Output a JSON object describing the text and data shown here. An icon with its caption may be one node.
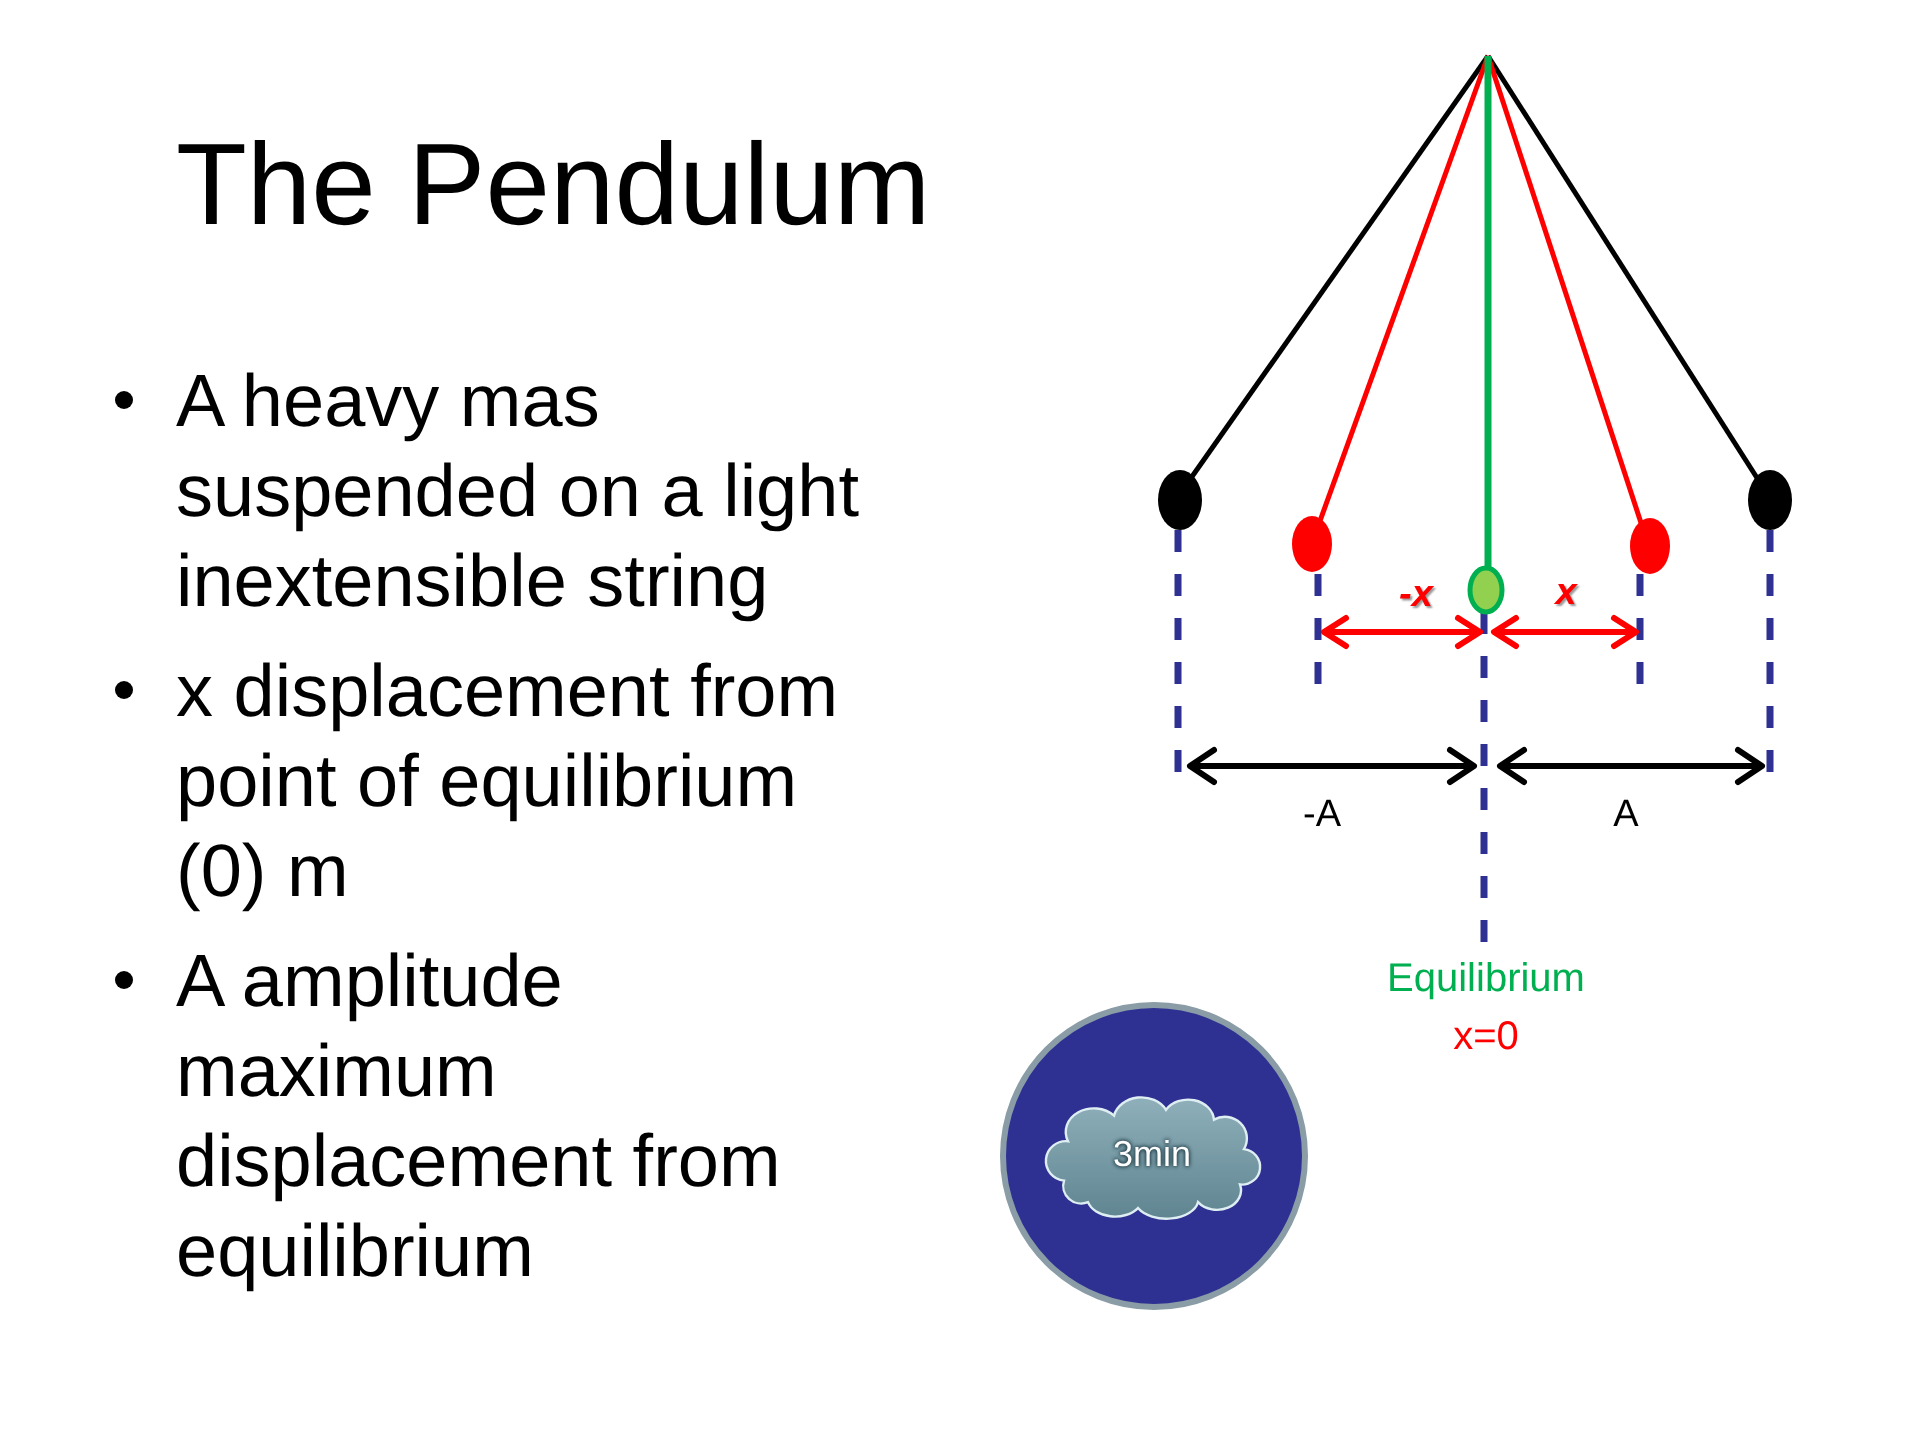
{
  "diagram": {
    "title": "The Pendulum",
    "nodes": [
      {
        "text": [],
        "shape": "circle"
      },
      {
        "text": [
          "3min"
        ],
        "in": 0
      }
    ],
    "labels": [
      "A heavy mas suspended on a light inextensible string",
      "x displacement from point of equilibrium (0) m",
      "A amplitude maximum displacement from equilibrium",
      "-x",
      "x",
      "-A",
      "A",
      "Equilibrium",
      "x=0"
    ]
  }
}
